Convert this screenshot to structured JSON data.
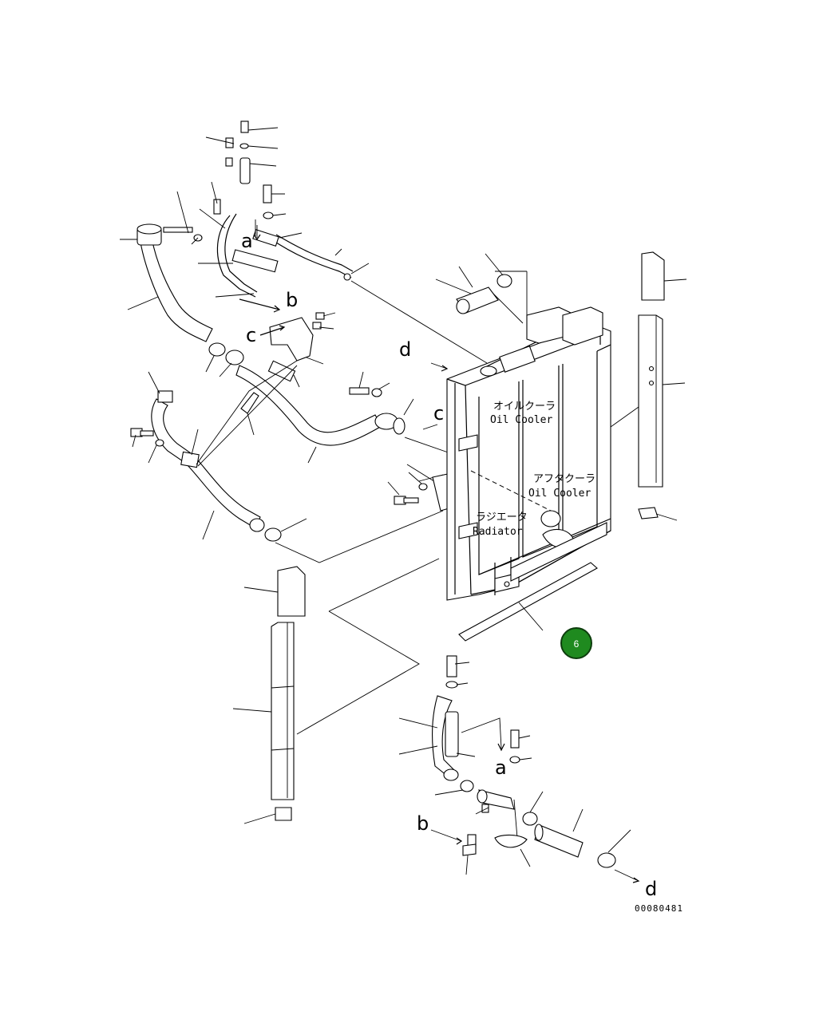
{
  "labels": {
    "oil_cooler_jp": "オイルクーラ",
    "oil_cooler_en": "Oil Cooler",
    "aftercooler_jp": "アフタクーラ",
    "aftercooler_en": "Oil Cooler",
    "radiator_jp": "ラジエータ",
    "radiator_en": "Radiator"
  },
  "ref_letters": {
    "a_top": "a",
    "b_top": "b",
    "c_left": "c",
    "c_right": "c",
    "d_top": "d",
    "a_bottom": "a",
    "b_bottom": "b",
    "d_bottom": "d"
  },
  "callout": {
    "number": "6",
    "color": "#1f8a1f"
  },
  "drawing_code": "00080481"
}
